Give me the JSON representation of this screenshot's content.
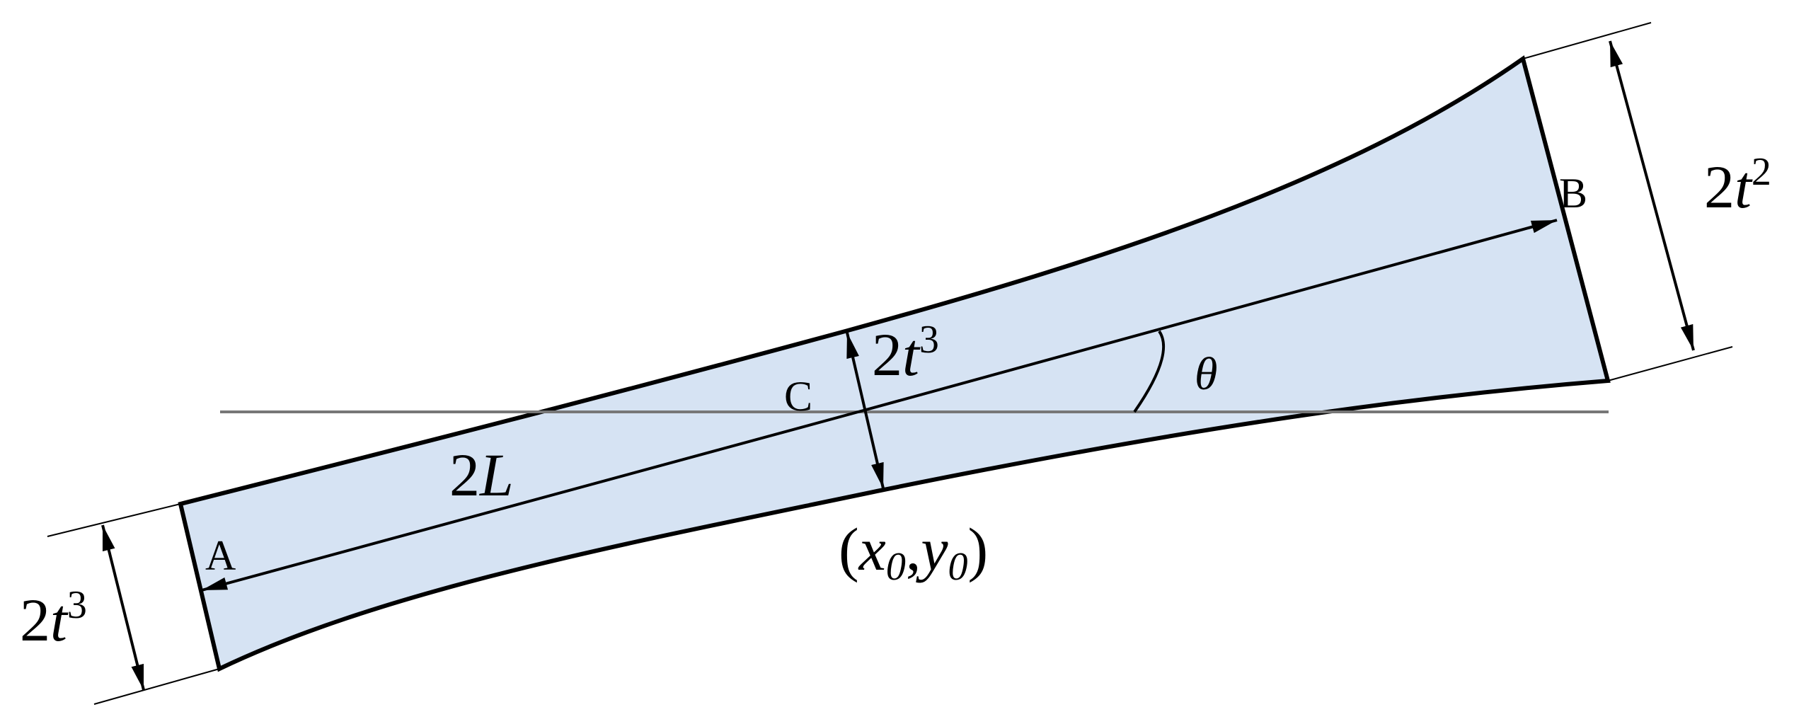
{
  "diagram": {
    "title": "Tapered beam element with centerline A–B through C",
    "colors": {
      "fill": "#d6e3f3",
      "outline": "#000000",
      "reference_line": "#777777"
    },
    "points": {
      "A": "A",
      "B": "B",
      "C": "C"
    },
    "labels": {
      "length": {
        "coef": "2",
        "var": "L"
      },
      "left_width": {
        "coef": "2",
        "var": "t",
        "exp": "3"
      },
      "center_width": {
        "coef": "2",
        "var": "t",
        "exp": "3"
      },
      "right_width": {
        "coef": "2",
        "var": "t",
        "exp": "2"
      },
      "angle": "θ",
      "coordinate": {
        "open": "(",
        "x": "x",
        "xsub": "0",
        "sep": ",",
        "y": "y",
        "ysub": "0",
        "close": ")"
      }
    }
  }
}
